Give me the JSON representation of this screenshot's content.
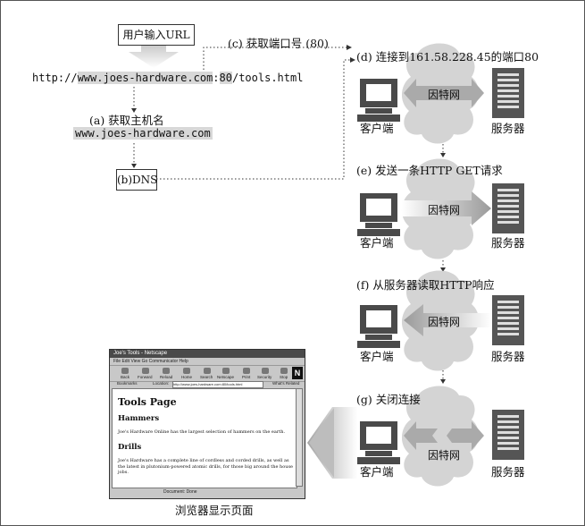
{
  "input_box": "用户输入URL",
  "url": {
    "prefix": "http://",
    "host": "www.joes-hardware.com",
    "sep": ":",
    "port": "80",
    "path": "/tools.html"
  },
  "step_a": "(a) 获取主机名",
  "hostname": "www.joes-hardware.com",
  "dns_box": "(b)DNS",
  "step_c": "(c) 获取端口号 (80)",
  "step_d": "(d) 连接到161.58.228.45的端口80",
  "step_e": "(e) 发送一条HTTP GET请求",
  "step_f": "(f) 从服务器读取HTTP响应",
  "step_g": "(g) 关闭连接",
  "client_label": "客户端",
  "server_label": "服务器",
  "internet_label": "因特网",
  "browser_caption": "浏览器显示页面",
  "browser": {
    "title": "Joe's Tools - Netscape",
    "menu": "File  Edit  View  Go  Communicator  Help",
    "toolbar": [
      "Back",
      "Forward",
      "Reload",
      "Home",
      "Search",
      "Netscape",
      "Print",
      "Security",
      "Stop"
    ],
    "bookmarks": "Bookmarks",
    "location_label": "Location:",
    "location": "http://www.joes-hardware.com:80/tools.html",
    "related": "What's Related",
    "status": "Document: Done",
    "page": {
      "h1": "Tools Page",
      "h2a": "Hammers",
      "t1": "Joe's Hardware Online has the largest selection of hammers on the earth.",
      "h2b": "Drills",
      "t2": "Joe's Hardware has a complete line of cordless and corded drills, as well as the latest in plutonium-powered atomic drills, for those big around the house jobs."
    }
  }
}
